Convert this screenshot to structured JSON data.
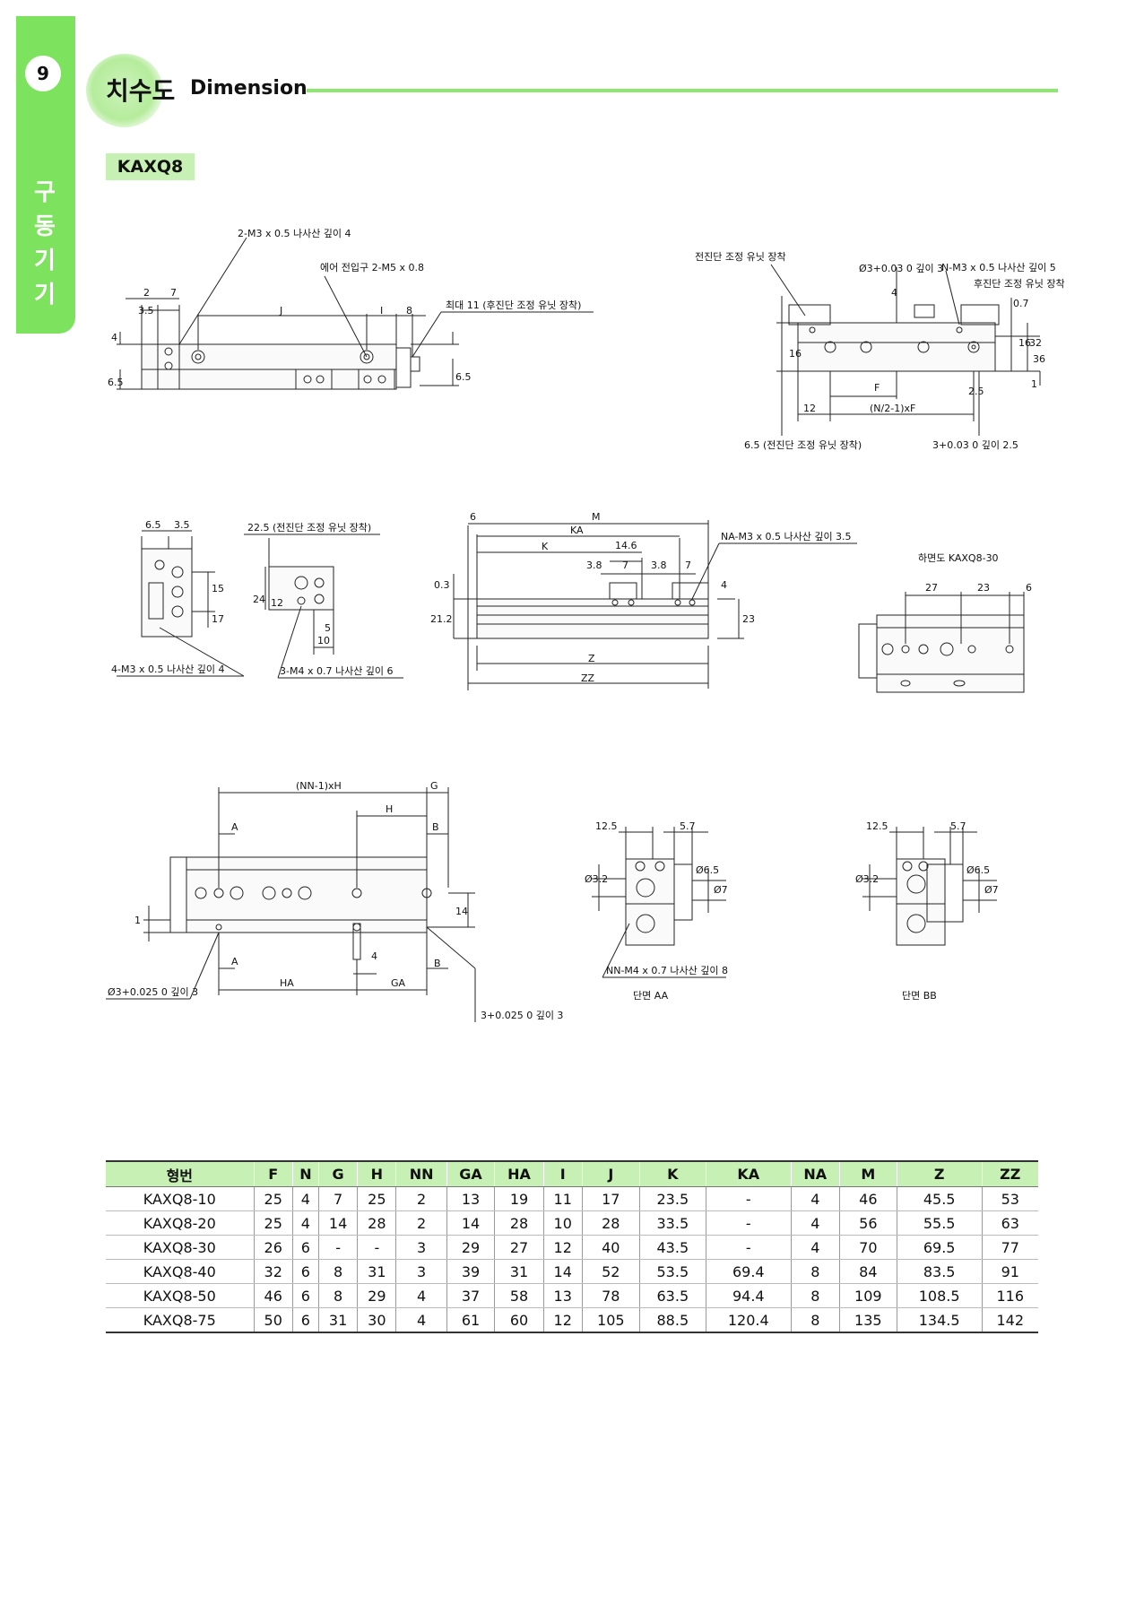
{
  "page": {
    "number": "9",
    "category": [
      "구",
      "동",
      "기",
      "기"
    ],
    "title_ko": "치수도",
    "title_en": "Dimension",
    "model": "KAXQ8"
  },
  "drawing_labels": {
    "top_left": [
      "2-M3 x 0.5 나사산 깊이 4",
      "에어 전입구 2-M5 x 0.8",
      "최대 11 (후진단 조정 유닛 장착)",
      "2",
      "7",
      "3.5",
      "J",
      "I",
      "8",
      "4",
      "6.5",
      "6.5"
    ],
    "top_right": [
      "전진단 조정 유닛 장착",
      "Ø3+0.03 0 깊이 3",
      "N-M3 x 0.5 나사산 깊이 5",
      "후진단 조정 유닛 장착",
      "0.7",
      "4",
      "16",
      "32",
      "36",
      "16",
      "F",
      "2.5",
      "1",
      "12",
      "(N/2-1)xF",
      "6.5 (전진단 조정 유닛 장착)",
      "3+0.03 0 깊이 2.5"
    ],
    "mid_left": [
      "6.5",
      "3.5",
      "15",
      "17",
      "4-M3 x 0.5 나사산 깊이 4"
    ],
    "mid_small": [
      "22.5 (전진단 조정 유닛 장착)",
      "24",
      "12",
      "5",
      "10",
      "3-M4 x 0.7 나사산 깊이 6"
    ],
    "mid_center": [
      "6",
      "M",
      "KA",
      "K",
      "14.6",
      "3.8",
      "7",
      "3.8",
      "7",
      "NA-M3 x 0.5 나사산 깊이 3.5",
      "0.3",
      "21.2",
      "4",
      "23",
      "Z",
      "ZZ"
    ],
    "mid_right": [
      "하면도 KAXQ8-30",
      "27",
      "23",
      "6"
    ],
    "bottom_left": [
      "(NN-1)xH",
      "G",
      "H",
      "A",
      "B",
      "1",
      "14",
      "A",
      "4",
      "B",
      "HA",
      "GA",
      "Ø3+0.025 0 깊이 3",
      "3+0.025 0 깊이 3"
    ],
    "section_aa": [
      "12.5",
      "5.7",
      "Ø3.2",
      "Ø6.5",
      "Ø7",
      "NN-M4 x 0.7 나사산 깊이 8",
      "단면 AA"
    ],
    "section_bb": [
      "12.5",
      "5.7",
      "Ø3.2",
      "Ø6.5",
      "Ø7",
      "단면 BB"
    ]
  },
  "table": {
    "headers": [
      "형번",
      "F",
      "N",
      "G",
      "H",
      "NN",
      "GA",
      "HA",
      "I",
      "J",
      "K",
      "KA",
      "NA",
      "M",
      "Z",
      "ZZ"
    ],
    "rows": [
      [
        "KAXQ8-10",
        "25",
        "4",
        "7",
        "25",
        "2",
        "13",
        "19",
        "11",
        "17",
        "23.5",
        "-",
        "4",
        "46",
        "45.5",
        "53"
      ],
      [
        "KAXQ8-20",
        "25",
        "4",
        "14",
        "28",
        "2",
        "14",
        "28",
        "10",
        "28",
        "33.5",
        "-",
        "4",
        "56",
        "55.5",
        "63"
      ],
      [
        "KAXQ8-30",
        "26",
        "6",
        "-",
        "-",
        "3",
        "29",
        "27",
        "12",
        "40",
        "43.5",
        "-",
        "4",
        "70",
        "69.5",
        "77"
      ],
      [
        "KAXQ8-40",
        "32",
        "6",
        "8",
        "31",
        "3",
        "39",
        "31",
        "14",
        "52",
        "53.5",
        "69.4",
        "8",
        "84",
        "83.5",
        "91"
      ],
      [
        "KAXQ8-50",
        "46",
        "6",
        "8",
        "29",
        "4",
        "37",
        "58",
        "13",
        "78",
        "63.5",
        "94.4",
        "8",
        "109",
        "108.5",
        "116"
      ],
      [
        "KAXQ8-75",
        "50",
        "6",
        "31",
        "30",
        "4",
        "61",
        "60",
        "12",
        "105",
        "88.5",
        "120.4",
        "8",
        "135",
        "134.5",
        "142"
      ]
    ]
  }
}
